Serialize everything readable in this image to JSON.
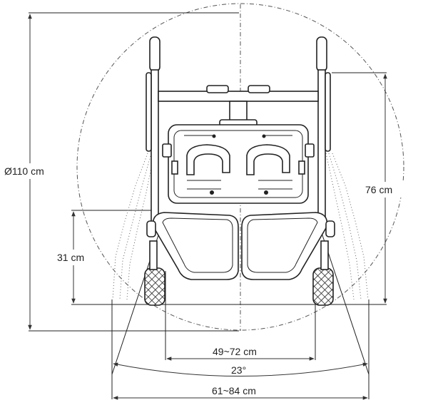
{
  "dimensions": {
    "diameter": "Ø110 cm",
    "height_handle": "76 cm",
    "height_seat": "31 cm",
    "width_inner": "49~72 cm",
    "angle": "23°",
    "width_outer": "61~84 cm"
  },
  "colors": {
    "line": "#222222",
    "background": "#ffffff"
  }
}
